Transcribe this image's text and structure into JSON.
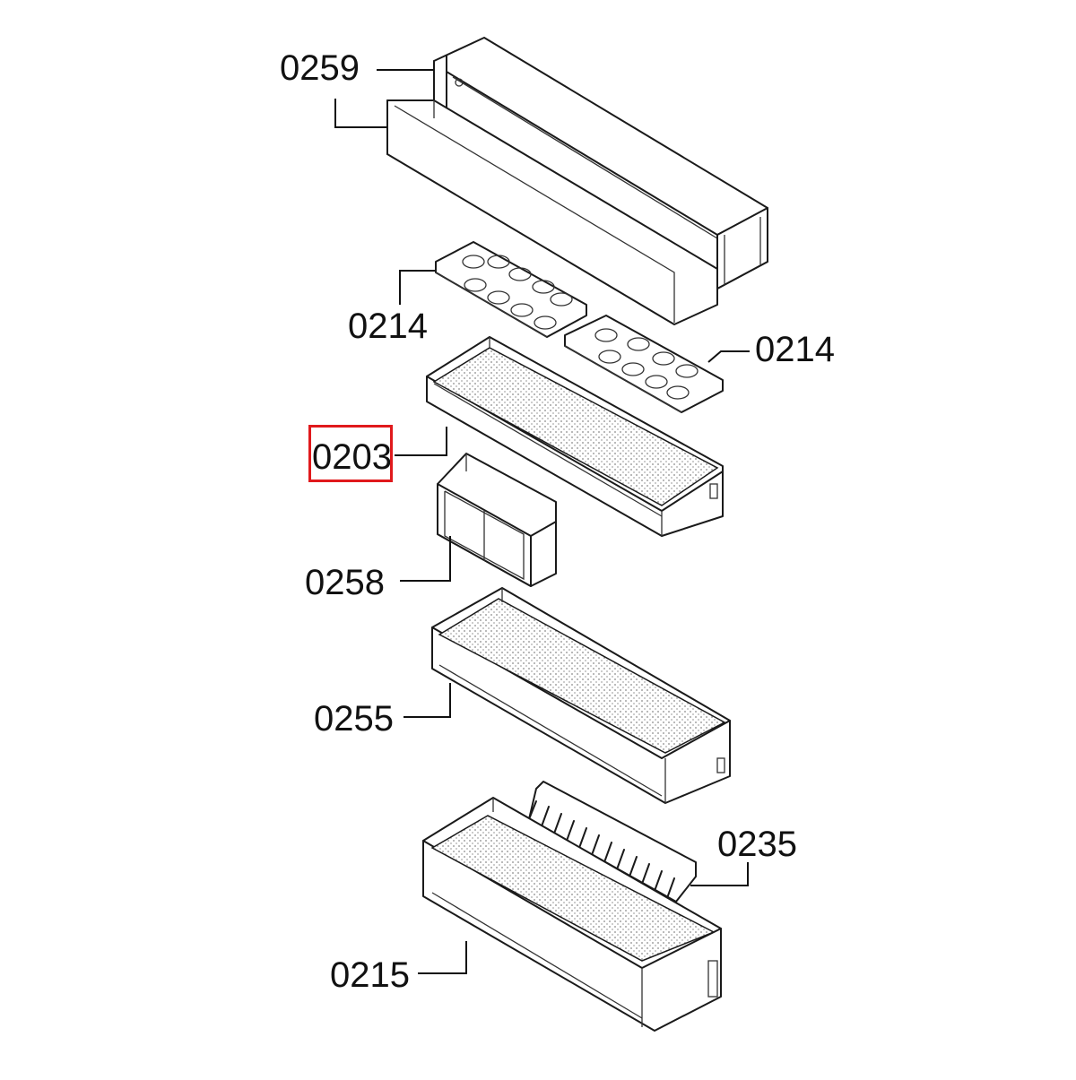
{
  "diagram": {
    "parts": [
      {
        "id": "p0259",
        "number": "0259"
      },
      {
        "id": "p0214a",
        "number": "0214"
      },
      {
        "id": "p0214b",
        "number": "0214"
      },
      {
        "id": "p0203",
        "number": "0203",
        "highlighted": true
      },
      {
        "id": "p0258",
        "number": "0258"
      },
      {
        "id": "p0255",
        "number": "0255"
      },
      {
        "id": "p0235",
        "number": "0235"
      },
      {
        "id": "p0215",
        "number": "0215"
      }
    ],
    "highlight_color": "#e0191c"
  }
}
